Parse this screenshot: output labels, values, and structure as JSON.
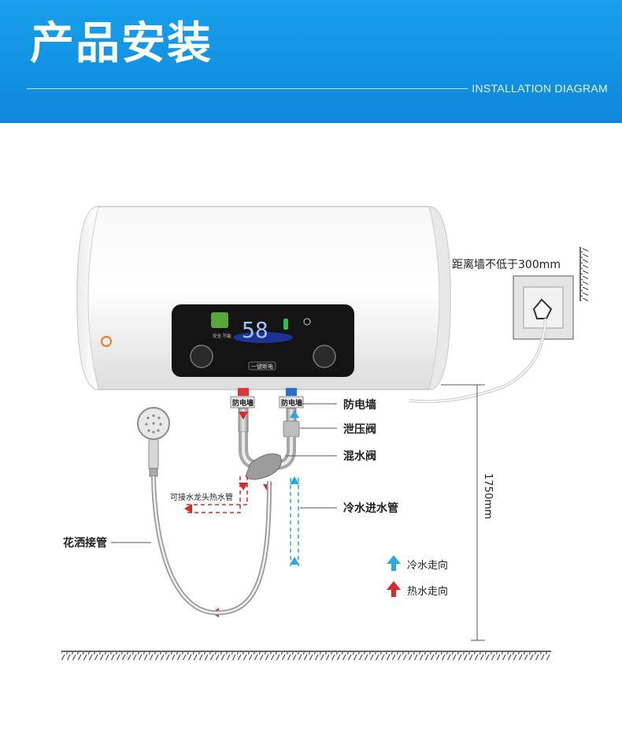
{
  "header": {
    "title": "产品安装",
    "subtitle": "INSTALLATION DIAGRAM",
    "background_color": "#1396e4"
  },
  "heater": {
    "display_digits": "58",
    "button_label": "一键断电",
    "badge_text": "安全·节能",
    "anti_electric_wall_left": "防电墙",
    "anti_electric_wall_right": "防电墙"
  },
  "labels": {
    "wall_distance": "距离墙不低于300mm",
    "anti_electric_wall": "防电墙",
    "pressure_relief_valve": "泄压阀",
    "mixing_valve": "混水阀",
    "cold_water_inlet": "冷水进水管",
    "shower_hose": "花洒接管",
    "faucet_hot_pipe": "可接水龙头热水管",
    "height": "1750mm"
  },
  "legend": {
    "cold_flow": "冷水走向",
    "hot_flow": "热水走向",
    "cold_color": "#2fa6e0",
    "hot_color": "#d42a2a"
  }
}
